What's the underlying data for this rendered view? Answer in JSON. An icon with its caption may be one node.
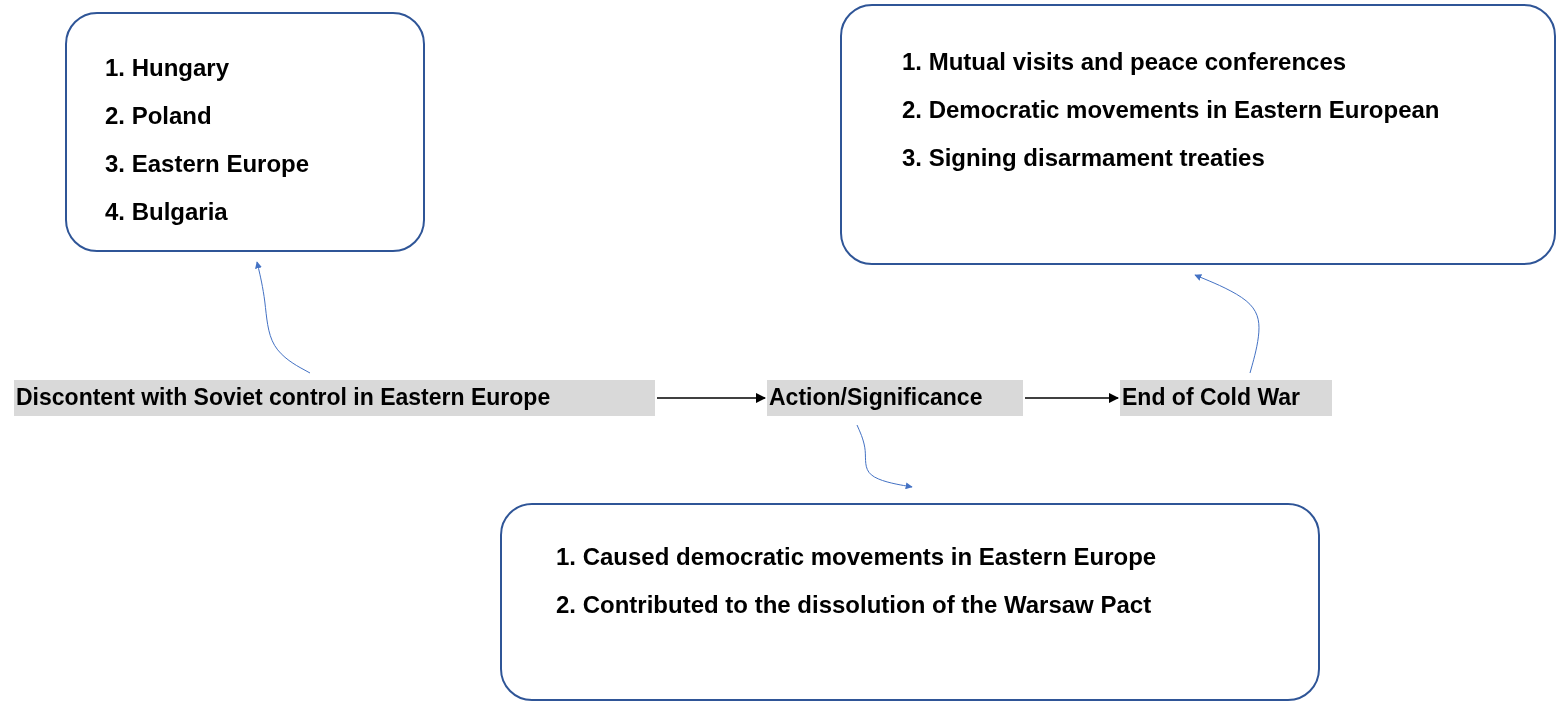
{
  "diagram": {
    "nodes": [
      {
        "text": [
          "1. Hungary",
          "2. Poland",
          "3. Eastern Europe",
          "4. Bulgaria"
        ]
      },
      {
        "text": [
          "1. Mutual visits and peace conferences",
          "2. Democratic movements in Eastern European",
          "3. Signing disarmament treaties"
        ]
      },
      {
        "text": [
          "Discontent with Soviet control in Eastern Europe"
        ]
      },
      {
        "text": [
          "Action/Significance"
        ]
      },
      {
        "text": [
          "End of Cold War"
        ]
      },
      {
        "text": [
          "1. Caused democratic movements in Eastern Europe",
          "2. Contributed to the dissolution of the Warsaw Pact"
        ]
      }
    ],
    "edges": [
      {
        "from": 2,
        "to": 0,
        "arrow": "to"
      },
      {
        "from": 2,
        "to": 3,
        "arrow": "to",
        "color": "#000000"
      },
      {
        "from": 3,
        "to": 4,
        "arrow": "to",
        "color": "#000000"
      },
      {
        "from": 4,
        "to": 1,
        "arrow": "to"
      },
      {
        "from": 3,
        "to": 5,
        "arrow": "to"
      }
    ]
  }
}
